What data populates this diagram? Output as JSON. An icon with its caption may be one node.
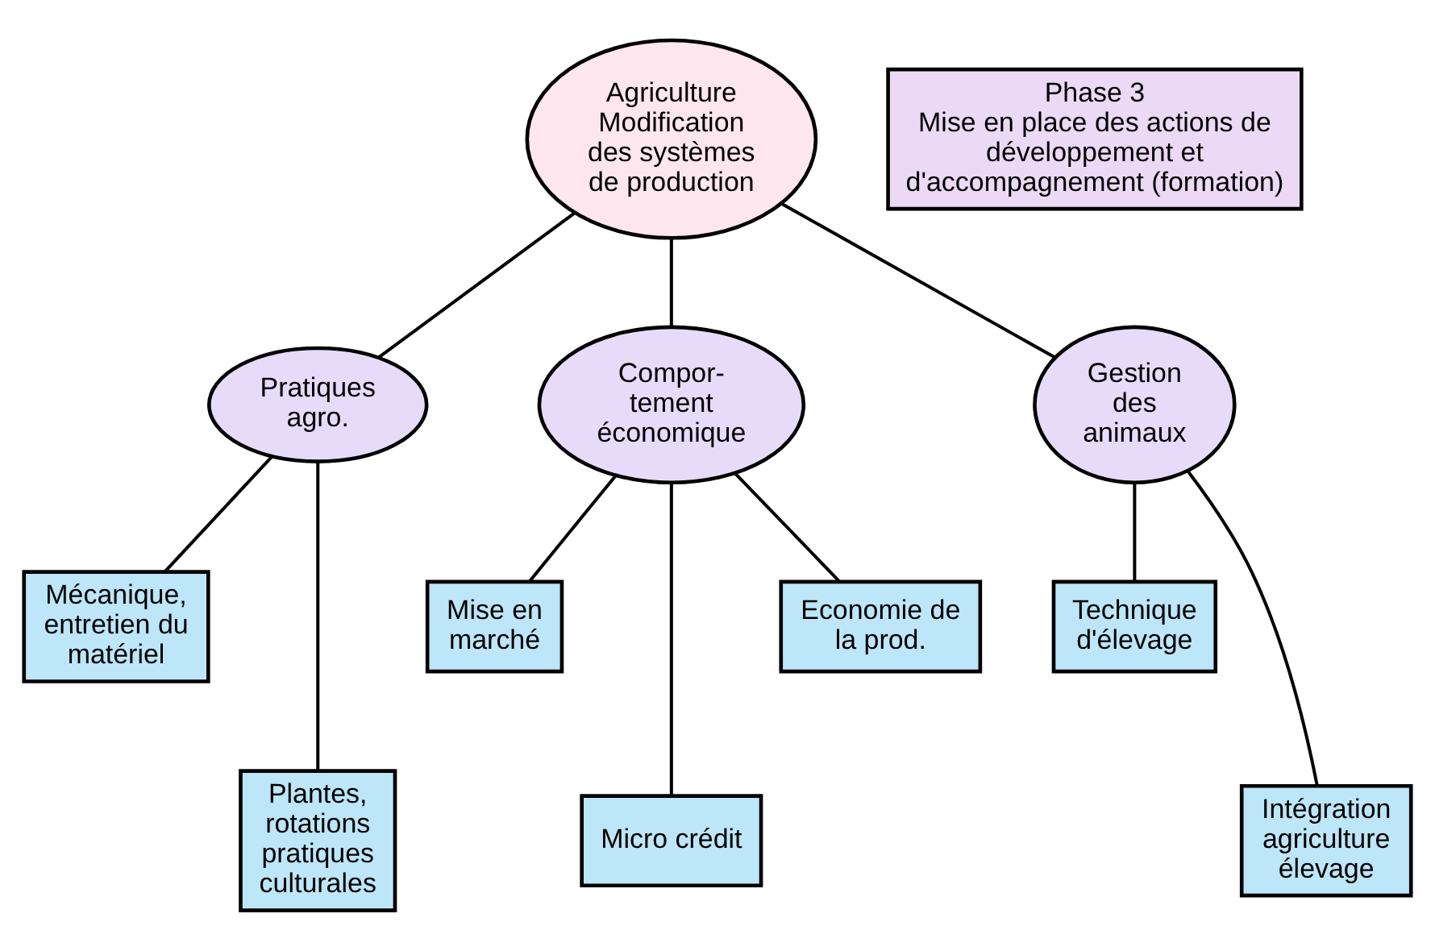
{
  "diagram": {
    "nodes": [
      {
        "text": [
          "Agriculture",
          "Modification des systèmes de production"
        ]
      },
      {
        "text": [
          "Phase 3",
          "Mise en place des actions de développement et d'accompagnement (formation)"
        ]
      },
      {
        "text": [
          "Pratiques agro."
        ]
      },
      {
        "text": [
          "Compor- tement économique"
        ]
      },
      {
        "text": [
          "Gestion des animaux"
        ]
      },
      {
        "text": [
          "Mécanique, entretien du matériel"
        ]
      },
      {
        "text": [
          "Plantes, rotations pratiques culturales"
        ]
      },
      {
        "text": [
          "Mise en marché"
        ]
      },
      {
        "text": [
          "Micro crédit"
        ]
      },
      {
        "text": [
          "Economie de la prod."
        ]
      },
      {
        "text": [
          "Technique d'élevage"
        ]
      },
      {
        "text": [
          "Intégration agriculture élevage"
        ]
      }
    ],
    "edges": [
      {
        "from": 0,
        "to": 2,
        "arrow": "none"
      },
      {
        "from": 0,
        "to": 3,
        "arrow": "none"
      },
      {
        "from": 0,
        "to": 4,
        "arrow": "none"
      },
      {
        "from": 2,
        "to": 5,
        "arrow": "none"
      },
      {
        "from": 2,
        "to": 6,
        "arrow": "none"
      },
      {
        "from": 3,
        "to": 7,
        "arrow": "none"
      },
      {
        "from": 3,
        "to": 8,
        "arrow": "none"
      },
      {
        "from": 3,
        "to": 9,
        "arrow": "none"
      },
      {
        "from": 4,
        "to": 11,
        "arrow": "none"
      },
      {
        "from": 4,
        "to": 10,
        "arrow": "none"
      }
    ]
  }
}
